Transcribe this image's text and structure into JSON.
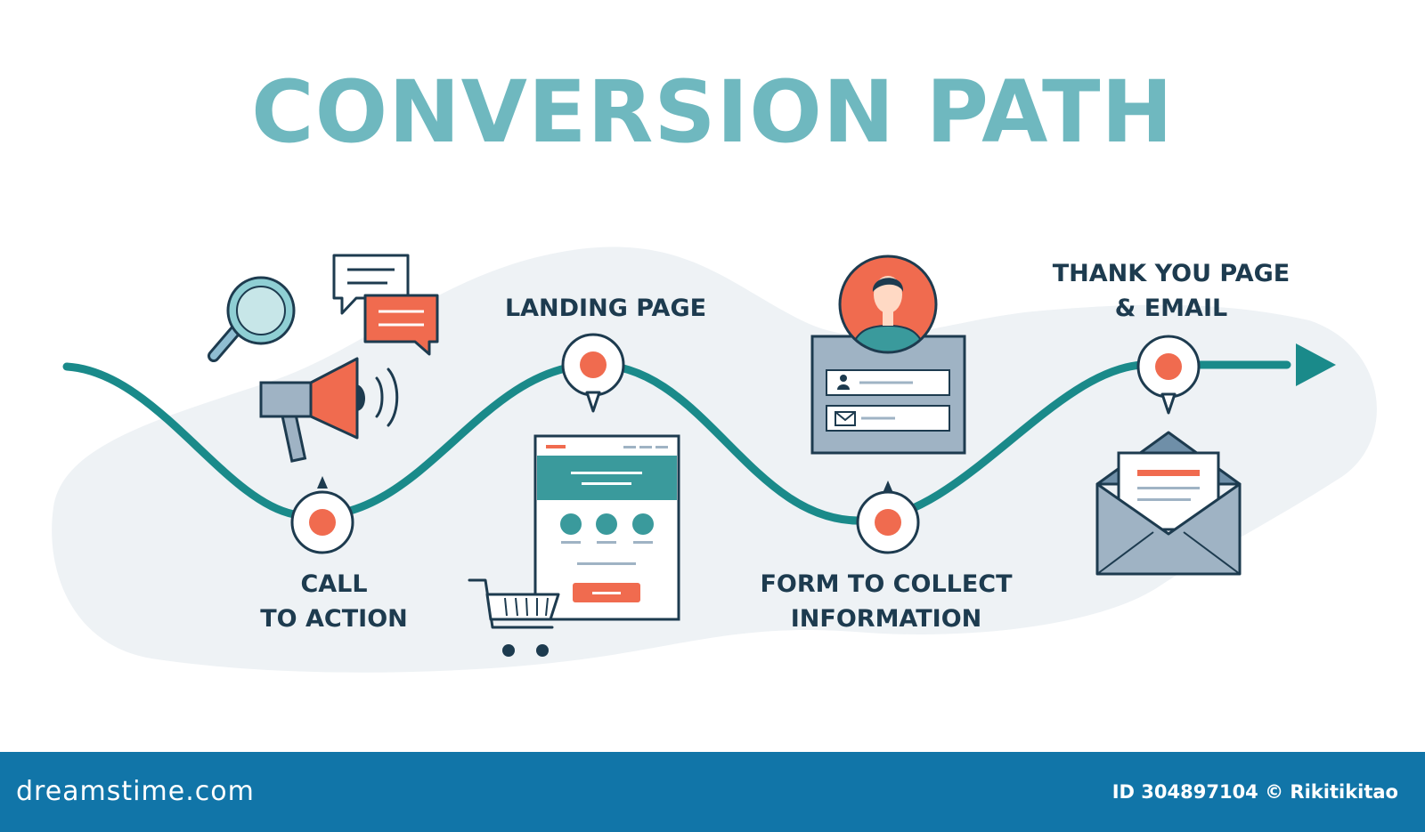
{
  "title": "CONVERSION PATH",
  "steps": [
    {
      "lines": [
        "CALL",
        "TO ACTION"
      ]
    },
    {
      "lines": [
        "LANDING PAGE"
      ]
    },
    {
      "lines": [
        "FORM TO COLLECT",
        "INFORMATION"
      ]
    },
    {
      "lines": [
        "THANK YOU PAGE",
        "& EMAIL"
      ]
    }
  ],
  "footer": {
    "brand": "dreamstime.com",
    "credit": "ID 304897104 © Rikitikitao"
  },
  "colors": {
    "title": "#6fb8bf",
    "path": "#1a8a8a",
    "accent": "#f06b4f",
    "label": "#1d3b4f",
    "blob": "#eef2f5",
    "footer": "#1175a8"
  },
  "icons": [
    "magnifier-icon",
    "chat-bubbles-icon",
    "megaphone-icon",
    "landing-page-icon",
    "shopping-cart-icon",
    "user-avatar-icon",
    "form-icon",
    "envelope-icon",
    "arrow-icon"
  ]
}
